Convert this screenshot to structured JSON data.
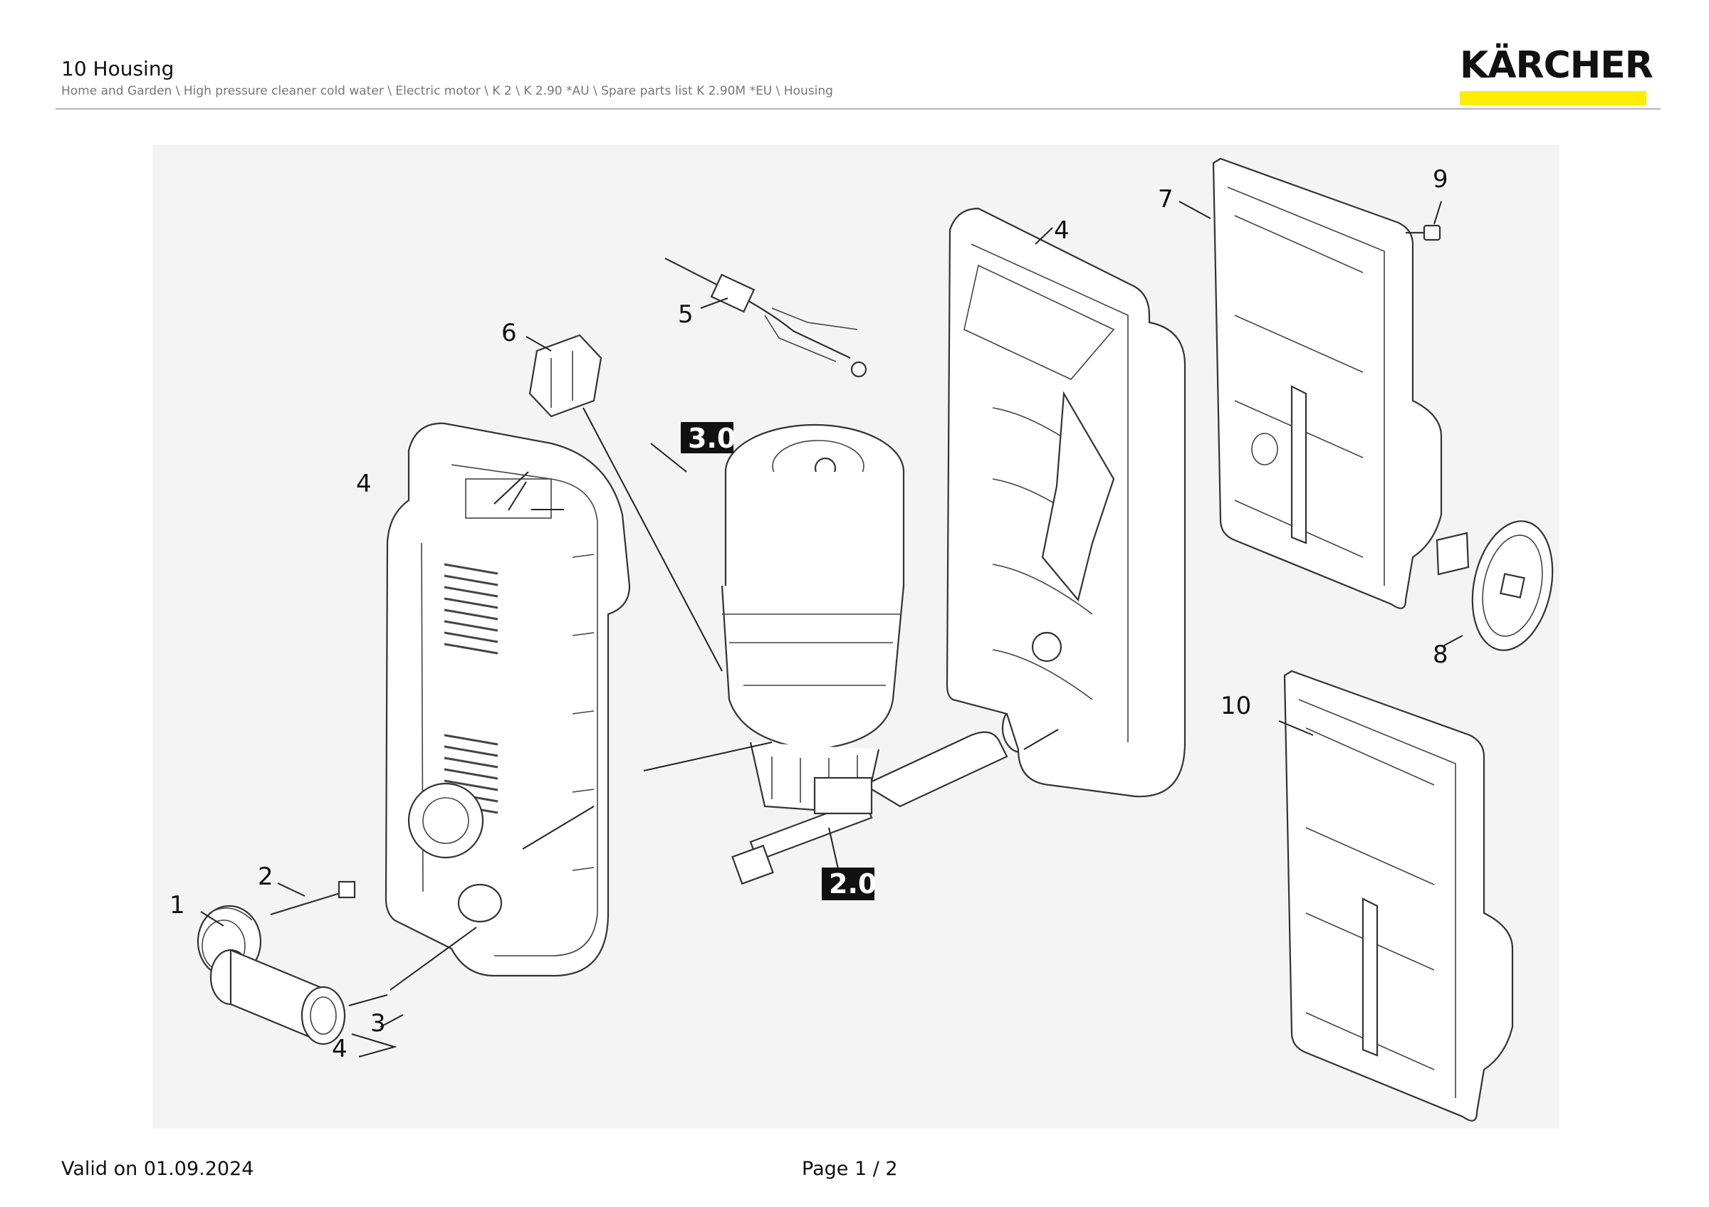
{
  "header": {
    "title": "10 Housing",
    "breadcrumb": "Home and Garden \\ High pressure cleaner cold water \\ Electric motor \\ K 2 \\ K 2.90 *AU \\ Spare parts list K 2.90M *EU \\ Housing"
  },
  "brand": {
    "name": "KÄRCHER",
    "accent_color": "#ffed00"
  },
  "diagram": {
    "callouts": {
      "c1": "1",
      "c2": "2",
      "c3": "3",
      "c4a": "4",
      "c4b": "4",
      "c4c": "4",
      "c5": "5",
      "c6": "6",
      "c7": "7",
      "c8": "8",
      "c9": "9",
      "c10": "10"
    },
    "tags": {
      "t30": "3.0",
      "t20": "2.0"
    }
  },
  "footer": {
    "valid": "Valid on 01.09.2024",
    "page": "Page 1 / 2"
  }
}
